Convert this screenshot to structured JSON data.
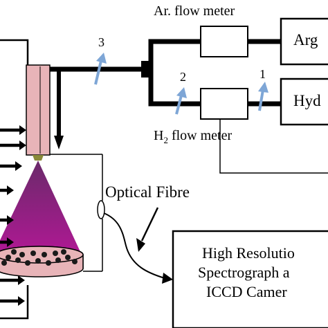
{
  "labels": {
    "ar_flow_meter": "Ar. flow meter",
    "h2_flow_meter_prefix": "H",
    "h2_flow_meter_sub": "2",
    "h2_flow_meter_suffix": " flow meter",
    "optical_fibre": "Optical Fibre",
    "argon_tank": "Arg",
    "hydrogen_tank": "Hyd",
    "point_1": "1",
    "point_2": "2",
    "point_3": "3"
  },
  "spectrograph_box": {
    "line1": "High Resolutio",
    "line2": "Spectrograph a",
    "line3": "ICCD Camer"
  },
  "colors": {
    "torch": "#e8b4b8",
    "plume_top": "#6a2a6a",
    "plume_bottom": "#b01894",
    "substrate": "#e8b4b8",
    "probe_arrows": "#7ea6d6",
    "lines": "#000000"
  }
}
